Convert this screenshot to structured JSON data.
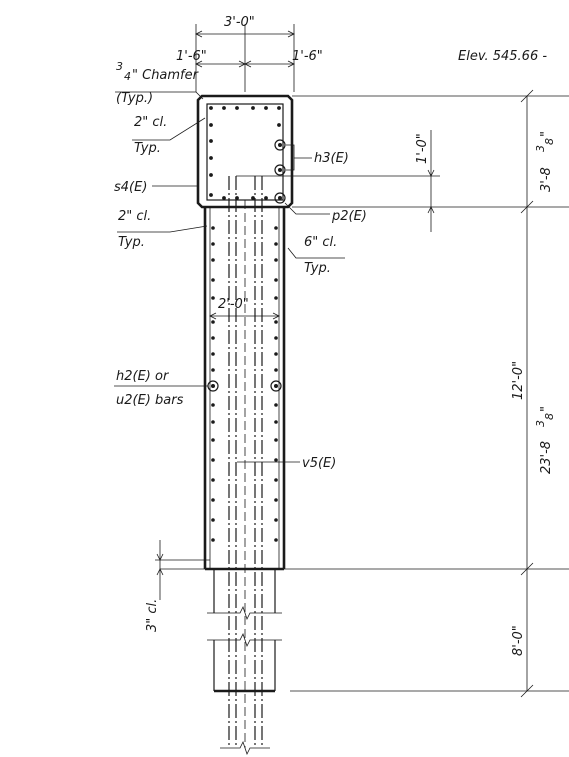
{
  "labels": {
    "top_width": "3'-0\"",
    "left_half": "1'-6\"",
    "right_half": "1'-6\"",
    "elevation": "Elev. 545.66 -",
    "chamfer_a": "3",
    "chamfer_b": "4",
    "chamfer_c": "\" Chamfer",
    "chamfer_typ": "(Typ.)",
    "clear_top_a": "2\" cl.",
    "clear_top_b": "Typ.",
    "s4": "s4(E)",
    "h3": "h3(E)",
    "one_foot": "1'-0\"",
    "cap_height": "3'-8",
    "cap_height_frac": "3",
    "cap_height_den": "8",
    "cap_height_end": "\"",
    "p2": "p2(E)",
    "clear_col_a": "2\" cl.",
    "clear_col_b": "Typ.",
    "clear_six_a": "6\" cl.",
    "clear_six_b": "Typ.",
    "col_width": "2'-0\"",
    "h2_a": "h2(E) or",
    "h2_b": "u2(E) bars",
    "v5": "v5(E)",
    "twelve": "12'-0\"",
    "total_height": "23'-8",
    "total_frac": "3",
    "total_den": "8",
    "total_end": "\"",
    "three_cl": "3\" cl.",
    "eight": "8'-0\""
  }
}
